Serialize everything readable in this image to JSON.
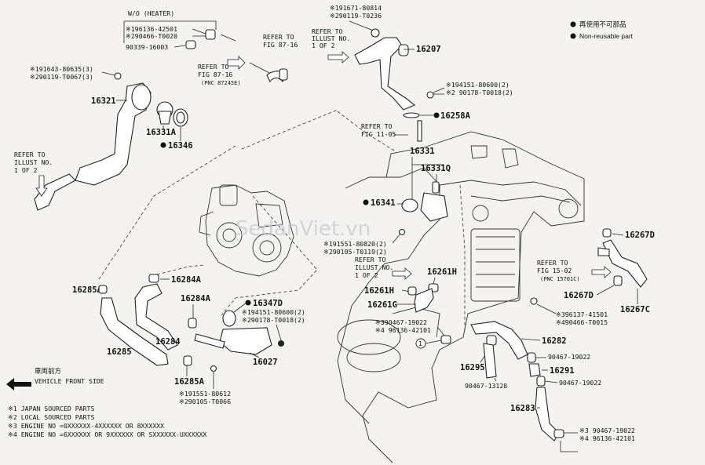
{
  "legend": {
    "reuse_jp": "再使用不可部品",
    "nonreusable": "Non-reusable part"
  },
  "heater_note": "W/O (HEATER)",
  "front": {
    "jp": "車両前方",
    "en": "VEHICLE FRONT SIDE"
  },
  "footnotes": [
    "※1 JAPAN SOURCED PARTS",
    "※2 LOCAL SOURCED PARTS",
    "※3 ENGINE NO =0XXXXXX-4XXXXXX OR 8XXXXXX",
    "※4 ENGINE NO =6XXXXXX OR 9XXXXXX OR SXXXXXX-UXXXXXX"
  ],
  "parts": {
    "p16207": "16207",
    "p16321": "16321",
    "p16331A": "16331A",
    "p16346": "16346",
    "p16258A": "16258A",
    "p16331": "16331",
    "p16331Q": "16331Q",
    "p16341": "16341",
    "p16261H_a": "16261H",
    "p16261H_b": "16261H",
    "p16261G": "16261G",
    "p16267D_a": "16267D",
    "p16267D_b": "16267D",
    "p16267C": "16267C",
    "p16285A_a": "16285A",
    "p16285A_b": "16285A",
    "p16284A_a": "16284A",
    "p16284A_b": "16284A",
    "p16284": "16284",
    "p16285": "16285",
    "p16347D": "16347D",
    "p16027": "16027",
    "p16282": "16282",
    "p16295": "16295",
    "p16291": "16291",
    "p16283": "16283"
  },
  "codes": {
    "c1": "※196136-42501",
    "c2": "※290466-T0020",
    "c3": "90339-16003",
    "c4": "※191671-80814",
    "c5": "※290119-T0236",
    "c6": "※191643-80635(3)",
    "c7": "※290119-T0067(3)",
    "c8": "※194151-80600(2)",
    "c9": "※2 90178-T0018(2)",
    "c10": "※191551-80820(2)",
    "c11": "※290105-T0119(2)",
    "c12": "※194151-80600(2)",
    "c13": "※290178-T0018(2)",
    "c14": "※191551-80612",
    "c15": "※290105-T0066",
    "c16": "※390467-19022",
    "c17": "※4 96136-42101",
    "c18": "※396137-41501",
    "c19": "※490466-T0015",
    "c20": "90467-19022",
    "c21": "90467-13128",
    "c22": "90467-19022",
    "c23": "※3 90467-19022",
    "c24": "※4 96136-42101"
  },
  "refs": {
    "r1": [
      "REFER TO",
      "FIG 87-16"
    ],
    "r2": [
      "REFER TO",
      "ILLUST NO.",
      "1 OF 2"
    ],
    "r3": [
      "REFER TO",
      "FIG 87-16",
      "(PNC 87245E)"
    ],
    "r4": [
      "REFER TO",
      "ILLUST NO.",
      "1 OF 2"
    ],
    "r5": [
      "REFER TO",
      "FIG 11-05"
    ],
    "r6": [
      "REFER TO",
      "ILLUST NO.",
      "1 OF 2"
    ],
    "r7": [
      "REFER TO",
      "FIG 15-02",
      "(PNC 15701C)"
    ]
  },
  "circle_marker": "1",
  "watermark": "SedanViet.vn"
}
